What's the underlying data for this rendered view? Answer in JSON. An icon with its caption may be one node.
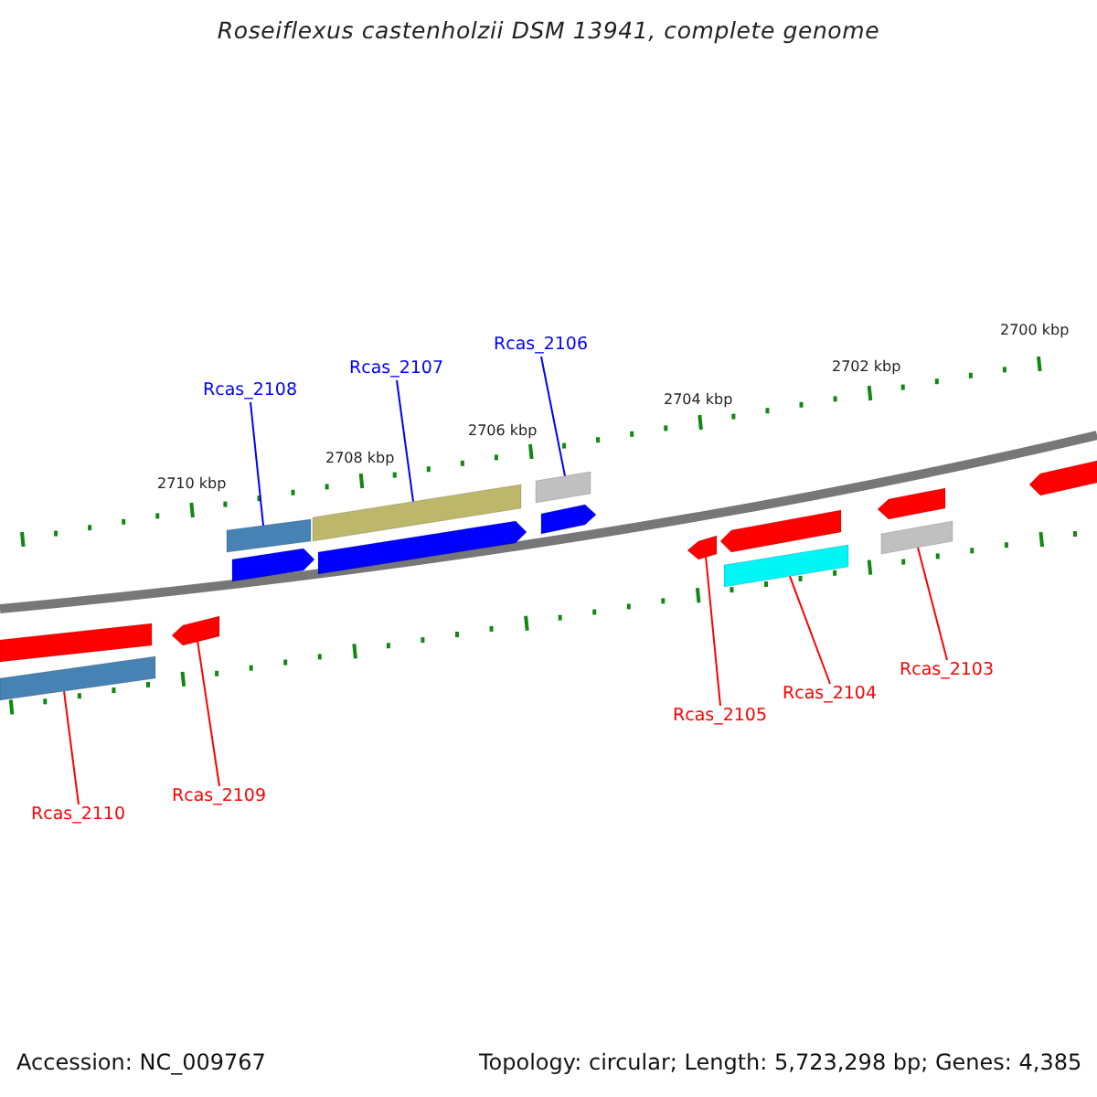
{
  "diagram": {
    "title": "Roseiflexus castenholzii DSM 13941, complete genome",
    "nodes": [
      {
        "text": [
          "Rcas_2106"
        ]
      },
      {
        "text": [
          "Rcas_2107"
        ]
      },
      {
        "text": [
          "Rcas_2108"
        ]
      },
      {
        "text": [
          "Rcas_2103"
        ]
      },
      {
        "text": [
          "Rcas_2104"
        ]
      },
      {
        "text": [
          "Rcas_2105"
        ]
      },
      {
        "text": [
          "Rcas_2109"
        ]
      },
      {
        "text": [
          "Rcas_2110"
        ]
      },
      {
        "text": [],
        "shape": "bar"
      },
      {
        "text": [],
        "shape": "bar"
      },
      {
        "text": [],
        "shape": "pentagon"
      },
      {
        "text": [],
        "shape": "bar"
      },
      {
        "text": [],
        "shape": "pentagon"
      },
      {
        "text": [],
        "shape": "bar"
      },
      {
        "text": [],
        "shape": "pentagon"
      },
      {
        "text": [],
        "shape": "bar"
      },
      {
        "text": [],
        "shape": "pentagon"
      },
      {
        "text": [],
        "shape": "pentagon"
      },
      {
        "text": [],
        "shape": "pentagon"
      },
      {
        "text": [],
        "shape": "bar"
      },
      {
        "text": [],
        "shape": "pentagon"
      },
      {
        "text": [],
        "shape": "bar"
      },
      {
        "text": [],
        "shape": "pentagon"
      }
    ],
    "edges": [
      {
        "from": 0,
        "to": 15,
        "arrow": "none",
        "color": "#0000ff"
      },
      {
        "from": 1,
        "to": 13,
        "arrow": "none",
        "color": "#0000ff"
      },
      {
        "from": 2,
        "to": 11,
        "arrow": "none",
        "color": "#0000ff"
      },
      {
        "from": 3,
        "to": 21,
        "arrow": "none"
      },
      {
        "from": 4,
        "to": 19,
        "arrow": "none"
      },
      {
        "from": 5,
        "to": 17,
        "arrow": "none"
      },
      {
        "from": 6,
        "to": 10,
        "arrow": "none"
      },
      {
        "from": 7,
        "to": 9,
        "arrow": "none"
      }
    ],
    "labels": [
      "2700 kbp",
      "2702 kbp",
      "2704 kbp",
      "2706 kbp",
      "2708 kbp",
      "2710 kbp",
      "Accession: NC_009767",
      "Topology: circular; Length: 5,723,298 bp; Genes: 4,385"
    ]
  }
}
